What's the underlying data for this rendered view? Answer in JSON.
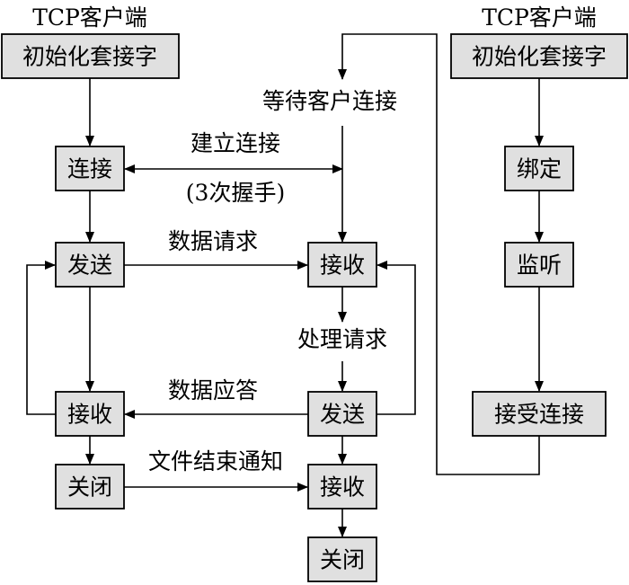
{
  "colors": {
    "box_fill": "#e0e0e0",
    "stroke": "#000000",
    "background": "#ffffff"
  },
  "titles": {
    "left": "TCP客户端",
    "right": "TCP客户端"
  },
  "client": {
    "init": "初始化套接字",
    "connect": "连接",
    "send": "发送",
    "receive": "接收",
    "close": "关闭"
  },
  "server": {
    "init": "初始化套接字",
    "bind": "绑定",
    "listen": "监听",
    "accept": "接受连接",
    "wait": "等待客户连接",
    "receive_request": "接收",
    "process": "处理请求",
    "send_response": "发送",
    "receive_end": "接收",
    "close": "关闭"
  },
  "edges": {
    "establish": "建立连接",
    "handshake": "(3次握手)",
    "data_request": "数据请求",
    "data_response": "数据应答",
    "eof_notice": "文件结束通知"
  }
}
